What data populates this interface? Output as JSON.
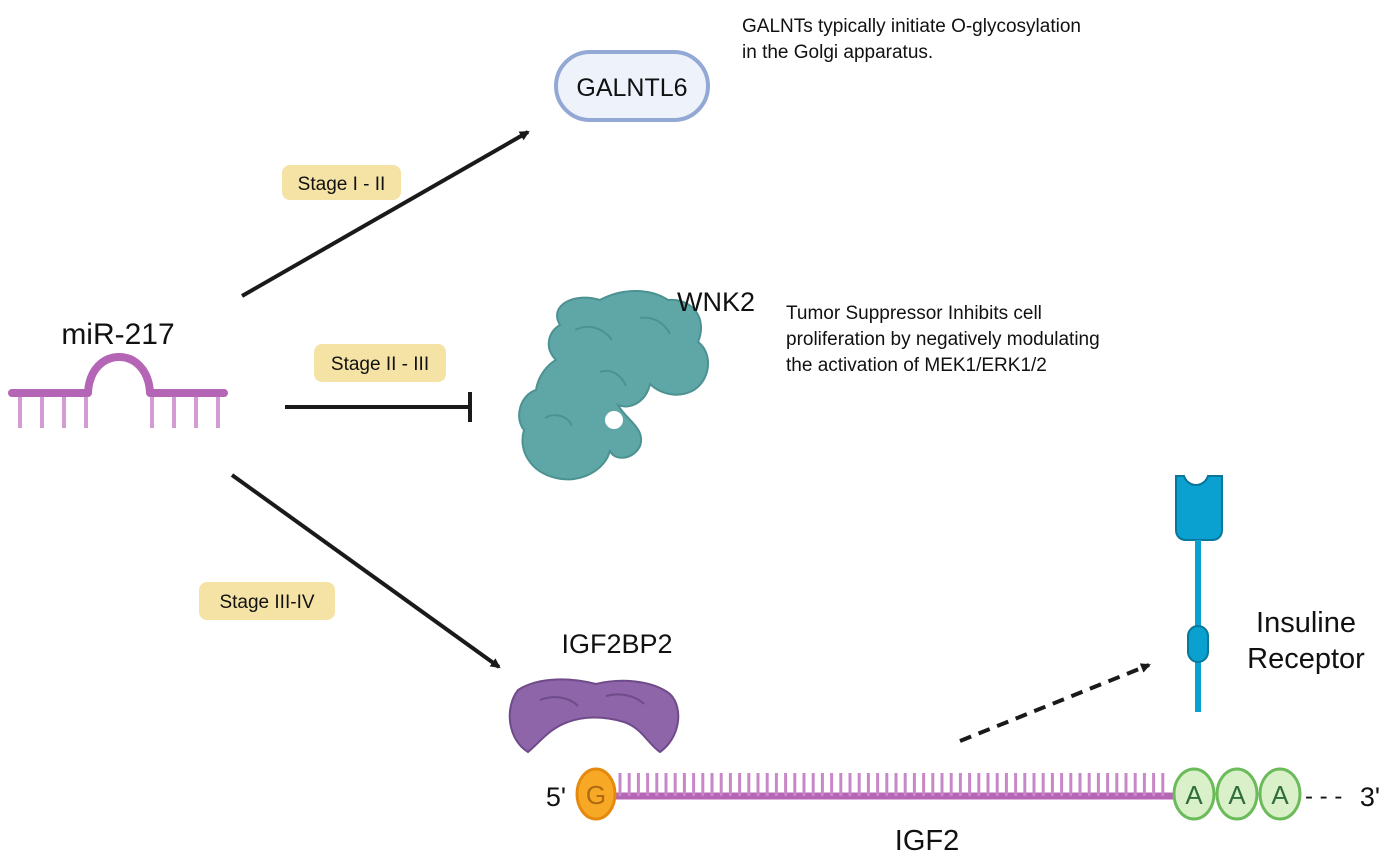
{
  "mirna": {
    "label": "miR-217",
    "color": "#b565b5"
  },
  "stages": {
    "stage1": "Stage I - II",
    "stage2": "Stage II - III",
    "stage3": "Stage III-IV",
    "badge_color": "#f5e3a6"
  },
  "galntl6": {
    "label": "GALNTL6",
    "note_line1": "GALNTs typically initiate O-glycosylation",
    "note_line2": "in the Golgi apparatus."
  },
  "wnk2": {
    "label": "WNK2",
    "note_line1": "Tumor Suppressor Inhibits cell",
    "note_line2": "proliferation by negatively modulating",
    "note_line3": "the activation of MEK1/ERK1/2",
    "color": "#5fa7a7"
  },
  "igf2bp2": {
    "label": "IGF2BP2",
    "color": "#8e65a8"
  },
  "insulin_receptor": {
    "label_line1": "Insuline",
    "label_line2": "Receptor",
    "color": "#0aa0cf"
  },
  "igf2_mrna": {
    "label": "IGF2",
    "five_prime": "5'",
    "three_prime": "3'",
    "cap": "G",
    "poly_a": [
      "A",
      "A",
      "A"
    ],
    "tail_dashes": "- - -"
  }
}
